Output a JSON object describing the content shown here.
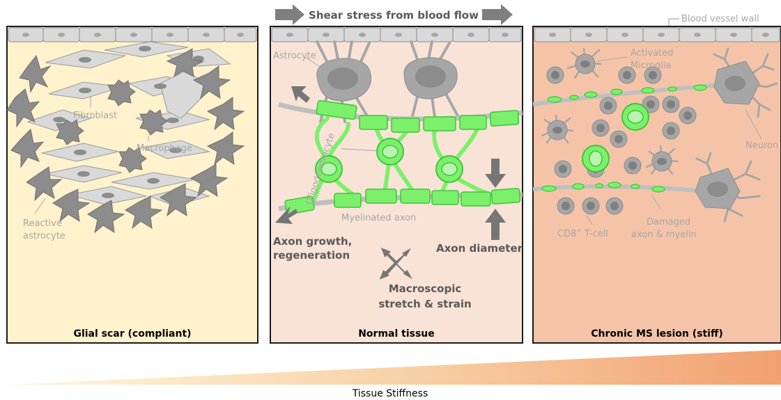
{
  "header": {
    "shear_stress": "Shear stress from blood flow",
    "vessel_wall": "Blood vessel wall"
  },
  "panels": [
    {
      "title": "Glial scar (compliant)",
      "labels": {
        "fibroblast": "Fibroblast",
        "macrophage": "Macrophage",
        "reactive_line1": "Reactive",
        "reactive_line2": "astrocyte"
      }
    },
    {
      "title": "Normal tissue",
      "labels": {
        "astrocyte": "Astrocyte",
        "oligodendrocyte": "Oligodendrocyte",
        "myelinated_axon": "Myelinated axon",
        "growth_line1": "Axon growth,",
        "growth_line2": "regeneration",
        "axon_diameter": "Axon diameter",
        "stretch_line1": "Macroscopic",
        "stretch_line2": "stretch & strain"
      }
    },
    {
      "title": "Chronic MS lesion (stiff)",
      "labels": {
        "microglia_line1": "Activated",
        "microglia_line2": "Microglia",
        "neuron": "Neuron",
        "tcell_prefix": "CD8",
        "tcell_sup": "+",
        "tcell_suffix": " T-cell",
        "damaged_line1": "Damaged",
        "damaged_line2": "axon & myelin"
      }
    }
  ],
  "footer": {
    "stiffness_label": "Tissue Stiffness"
  },
  "colors": {
    "panel1_bg": "#fff2cc",
    "panel2_bg": "#f9e3d7",
    "panel3_bg": "#f5c4a8",
    "cell_fill": "#d9d9d9",
    "dark_cell": "#7f7f7f",
    "myelin": "#7cf06a",
    "myelin_stroke": "#3ec43e",
    "arrow": "#767676",
    "gradient_start": "#fff2cc",
    "gradient_end": "#f4a77c"
  }
}
